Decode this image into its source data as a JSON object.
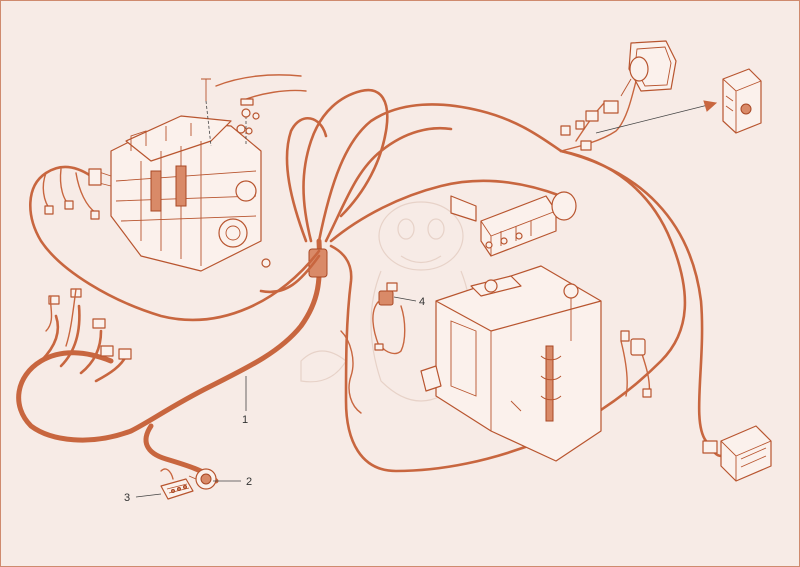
{
  "diagram": {
    "callouts": [
      {
        "id": "1",
        "label": "1"
      },
      {
        "id": "2",
        "label": "2"
      },
      {
        "id": "3",
        "label": "3"
      },
      {
        "id": "4",
        "label": "4"
      }
    ],
    "colors": {
      "background": "#f7ebe6",
      "line": "#c8663f",
      "part_stroke": "#b8552f"
    },
    "components": [
      {
        "name": "engine"
      },
      {
        "name": "main-harness"
      },
      {
        "name": "connector-block"
      },
      {
        "name": "plug-connector"
      },
      {
        "name": "relay"
      },
      {
        "name": "hydraulic-tank"
      },
      {
        "name": "control-valve"
      },
      {
        "name": "work-lamp"
      },
      {
        "name": "rear-lamp"
      },
      {
        "name": "tail-lamp"
      },
      {
        "name": "arrow-indicator"
      }
    ]
  }
}
